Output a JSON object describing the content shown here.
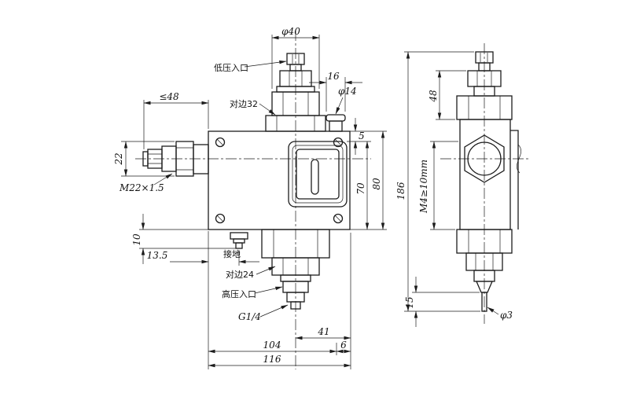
{
  "colors": {
    "line": "#1c1c1c",
    "background": "#ffffff"
  },
  "drawing": {
    "front_view": {
      "dim_dia40": "φ40",
      "label_low_pressure_inlet": "低压入口",
      "dim_16": "16",
      "dim_dia14": "φ14",
      "label_flats_32": "对边32",
      "dim_le_48": "≤48",
      "dim_22": "22",
      "label_thread_m22": "M22×1.5",
      "dim_5": "5",
      "dim_70": "70",
      "dim_80": "80",
      "dim_10": "10",
      "dim_13_5": "13.5",
      "label_ground": "接地",
      "label_flats_24": "对边24",
      "label_high_pressure_inlet": "高压入口",
      "label_thread_g14": "G1/4",
      "dim_41": "41",
      "dim_104": "104",
      "dim_6": "6",
      "dim_116": "116"
    },
    "side_view": {
      "dim_186": "186",
      "dim_48": "48",
      "label_m4": "M4≥10mm",
      "dim_15": "15",
      "dim_dia3": "φ3"
    }
  }
}
